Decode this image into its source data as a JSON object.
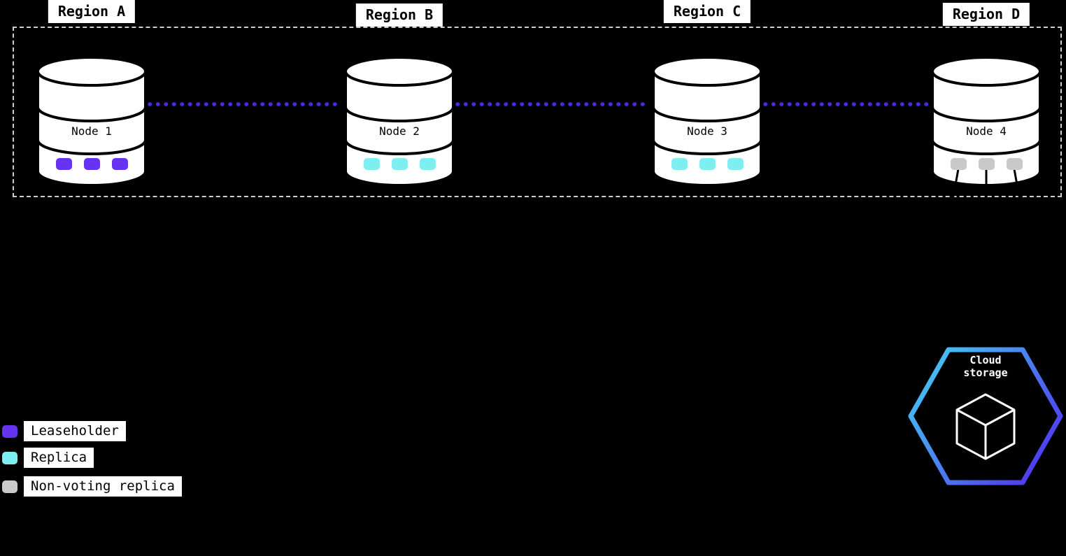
{
  "diagram": {
    "regions": [
      {
        "label": "Region A"
      },
      {
        "label": "Region B"
      },
      {
        "label": "Region C"
      },
      {
        "label": "Region D"
      }
    ],
    "nodes": [
      {
        "label": "Node 1",
        "replica_type": "leaseholder"
      },
      {
        "label": "Node 2",
        "replica_type": "replica"
      },
      {
        "label": "Node 3",
        "replica_type": "replica"
      },
      {
        "label": "Node 4",
        "replica_type": "non_voting_replica"
      }
    ],
    "legend": {
      "items": [
        {
          "label": "Leaseholder"
        },
        {
          "label": "Replica"
        },
        {
          "label": "Non-voting replica"
        }
      ]
    },
    "cloud_storage": {
      "line1": "Cloud",
      "line2": "storage"
    }
  },
  "colors": {
    "leaseholder": "#6633f0",
    "replica": "#7deff0",
    "non_voting": "#c9c9c9",
    "connector": "#5226e8",
    "hex_gradient_start": "#45d4f2",
    "hex_gradient_end": "#4f3bf0"
  }
}
